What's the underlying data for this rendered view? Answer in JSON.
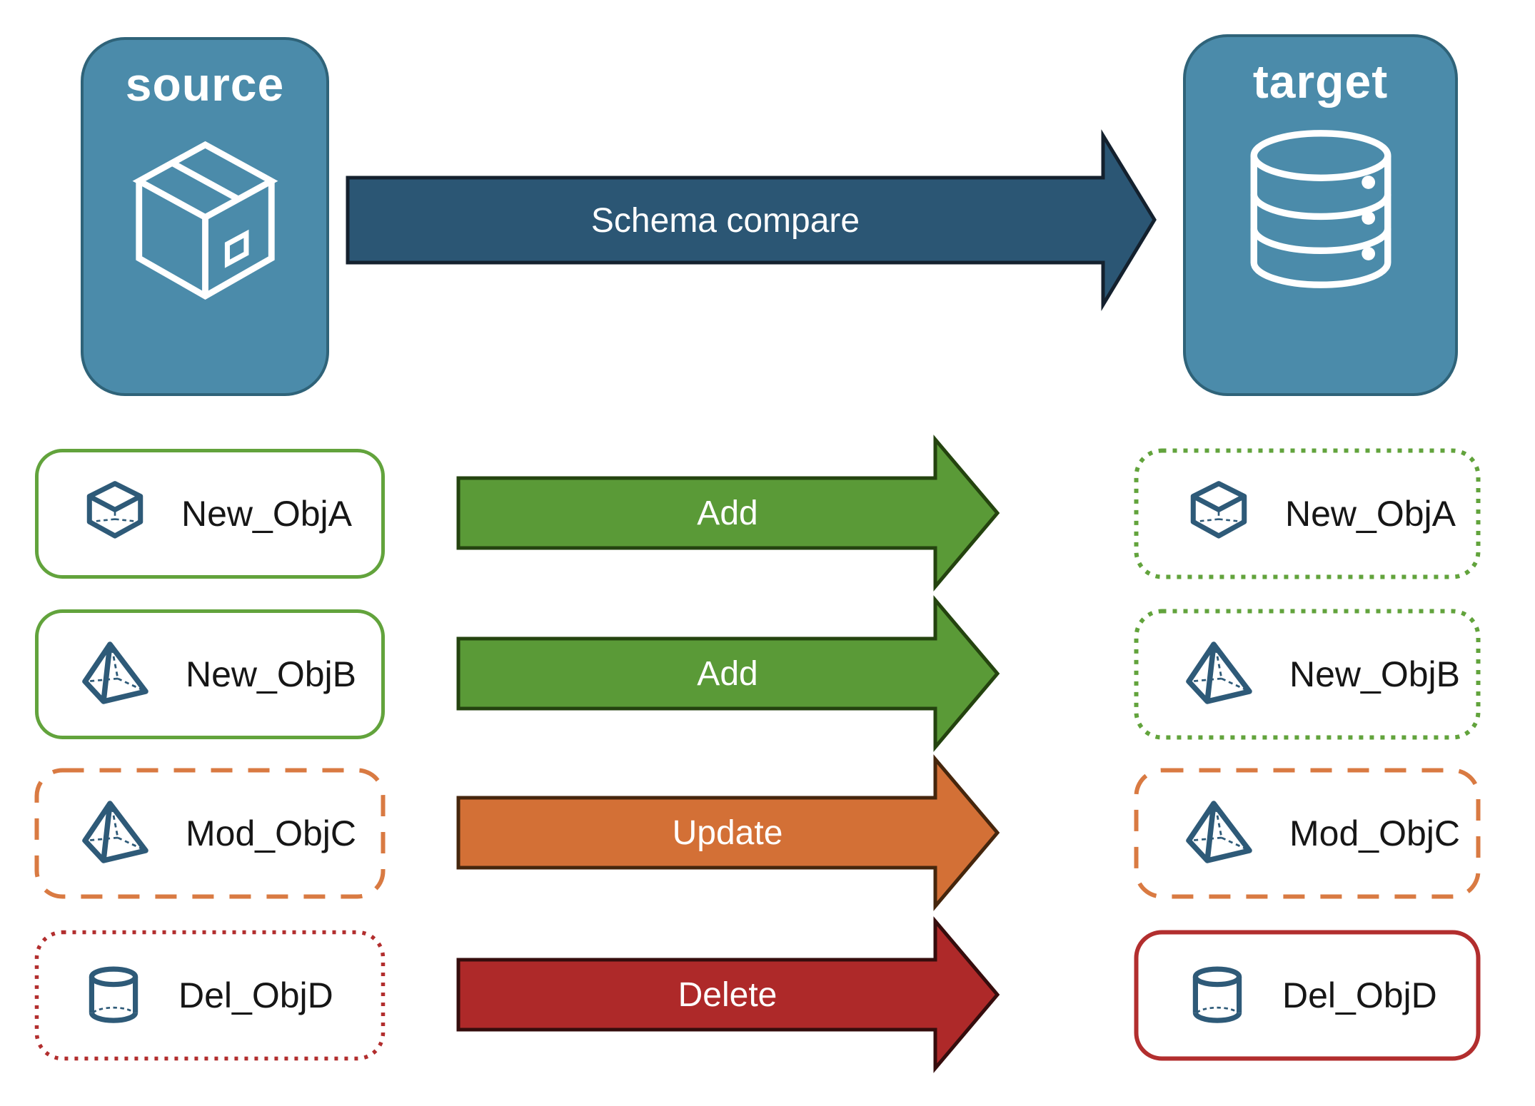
{
  "colors": {
    "panel-blue": "#4b8baa",
    "panel-border": "#2f6379",
    "icon-blue": "#2e5a78",
    "arrow-blue": "#2b5674",
    "arrow-blue-border": "#14212e",
    "green": "#5a9a37",
    "green-border": "#24430f",
    "box-green": "#62a33c",
    "orange": "#d37036",
    "orange-border": "#45260d",
    "box-orange": "#d97a42",
    "red": "#ae2929",
    "red-border": "#350d0d",
    "box-red": "#b22e2e"
  },
  "panels": {
    "source": {
      "label": "source",
      "icon": "package-icon"
    },
    "target": {
      "label": "target",
      "icon": "database-icon"
    }
  },
  "compare_arrow": {
    "label": "Schema compare"
  },
  "rows": [
    {
      "object": "New_ObjA",
      "icon": "cube-icon",
      "action": "Add",
      "source_style": "solid-green",
      "target_style": "dotted-green"
    },
    {
      "object": "New_ObjB",
      "icon": "pyramid-icon",
      "action": "Add",
      "source_style": "solid-green",
      "target_style": "dotted-green"
    },
    {
      "object": "Mod_ObjC",
      "icon": "pyramid-icon",
      "action": "Update",
      "source_style": "dashed-orange",
      "target_style": "dashed-orange"
    },
    {
      "object": "Del_ObjD",
      "icon": "cylinder-icon",
      "action": "Delete",
      "source_style": "dotted-red",
      "target_style": "solid-red"
    }
  ]
}
